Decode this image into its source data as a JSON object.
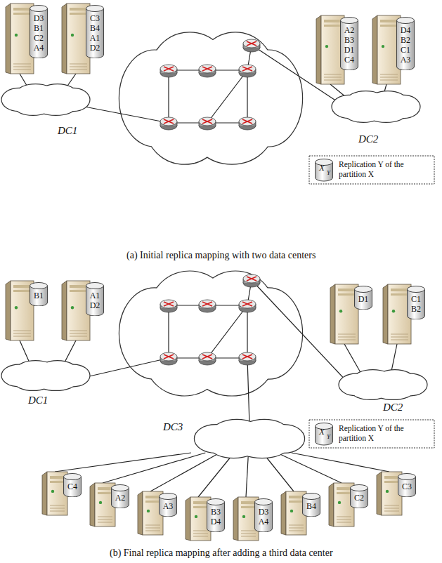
{
  "diagram": {
    "nodes": [
      {
        "text": [
          "D3 B1 C2 A4"
        ]
      },
      {
        "text": [
          "C3 B4 A1 D2"
        ]
      },
      {
        "text": [
          "A2 B3 D1 C4"
        ]
      },
      {
        "text": [
          "D4 B2 C1 A3"
        ]
      },
      {
        "text": [
          "B1"
        ]
      },
      {
        "text": [
          "A1 D2"
        ]
      },
      {
        "text": [
          "D1"
        ]
      },
      {
        "text": [
          "C1 B2"
        ]
      },
      {
        "text": [
          "C4"
        ]
      },
      {
        "text": [
          "A2"
        ]
      },
      {
        "text": [
          "A3"
        ]
      },
      {
        "text": [
          "B3 D4"
        ]
      },
      {
        "text": [
          "D3 A4"
        ]
      },
      {
        "text": [
          "B4"
        ]
      },
      {
        "text": [
          "C2"
        ]
      },
      {
        "text": [
          "C3"
        ]
      }
    ],
    "edges": [],
    "labels": [
      "DC1",
      "DC2",
      "X",
      "Y",
      "(a) Initial replica mapping with two data centers",
      "DC1",
      "DC2",
      "DC3",
      "X",
      "Y",
      "(b) Final replica mapping after adding a third data center"
    ],
    "legend": [
      {
        "text": "Replication Y of the partition X"
      },
      {
        "text": "Replication Y of the partition X"
      }
    ]
  }
}
